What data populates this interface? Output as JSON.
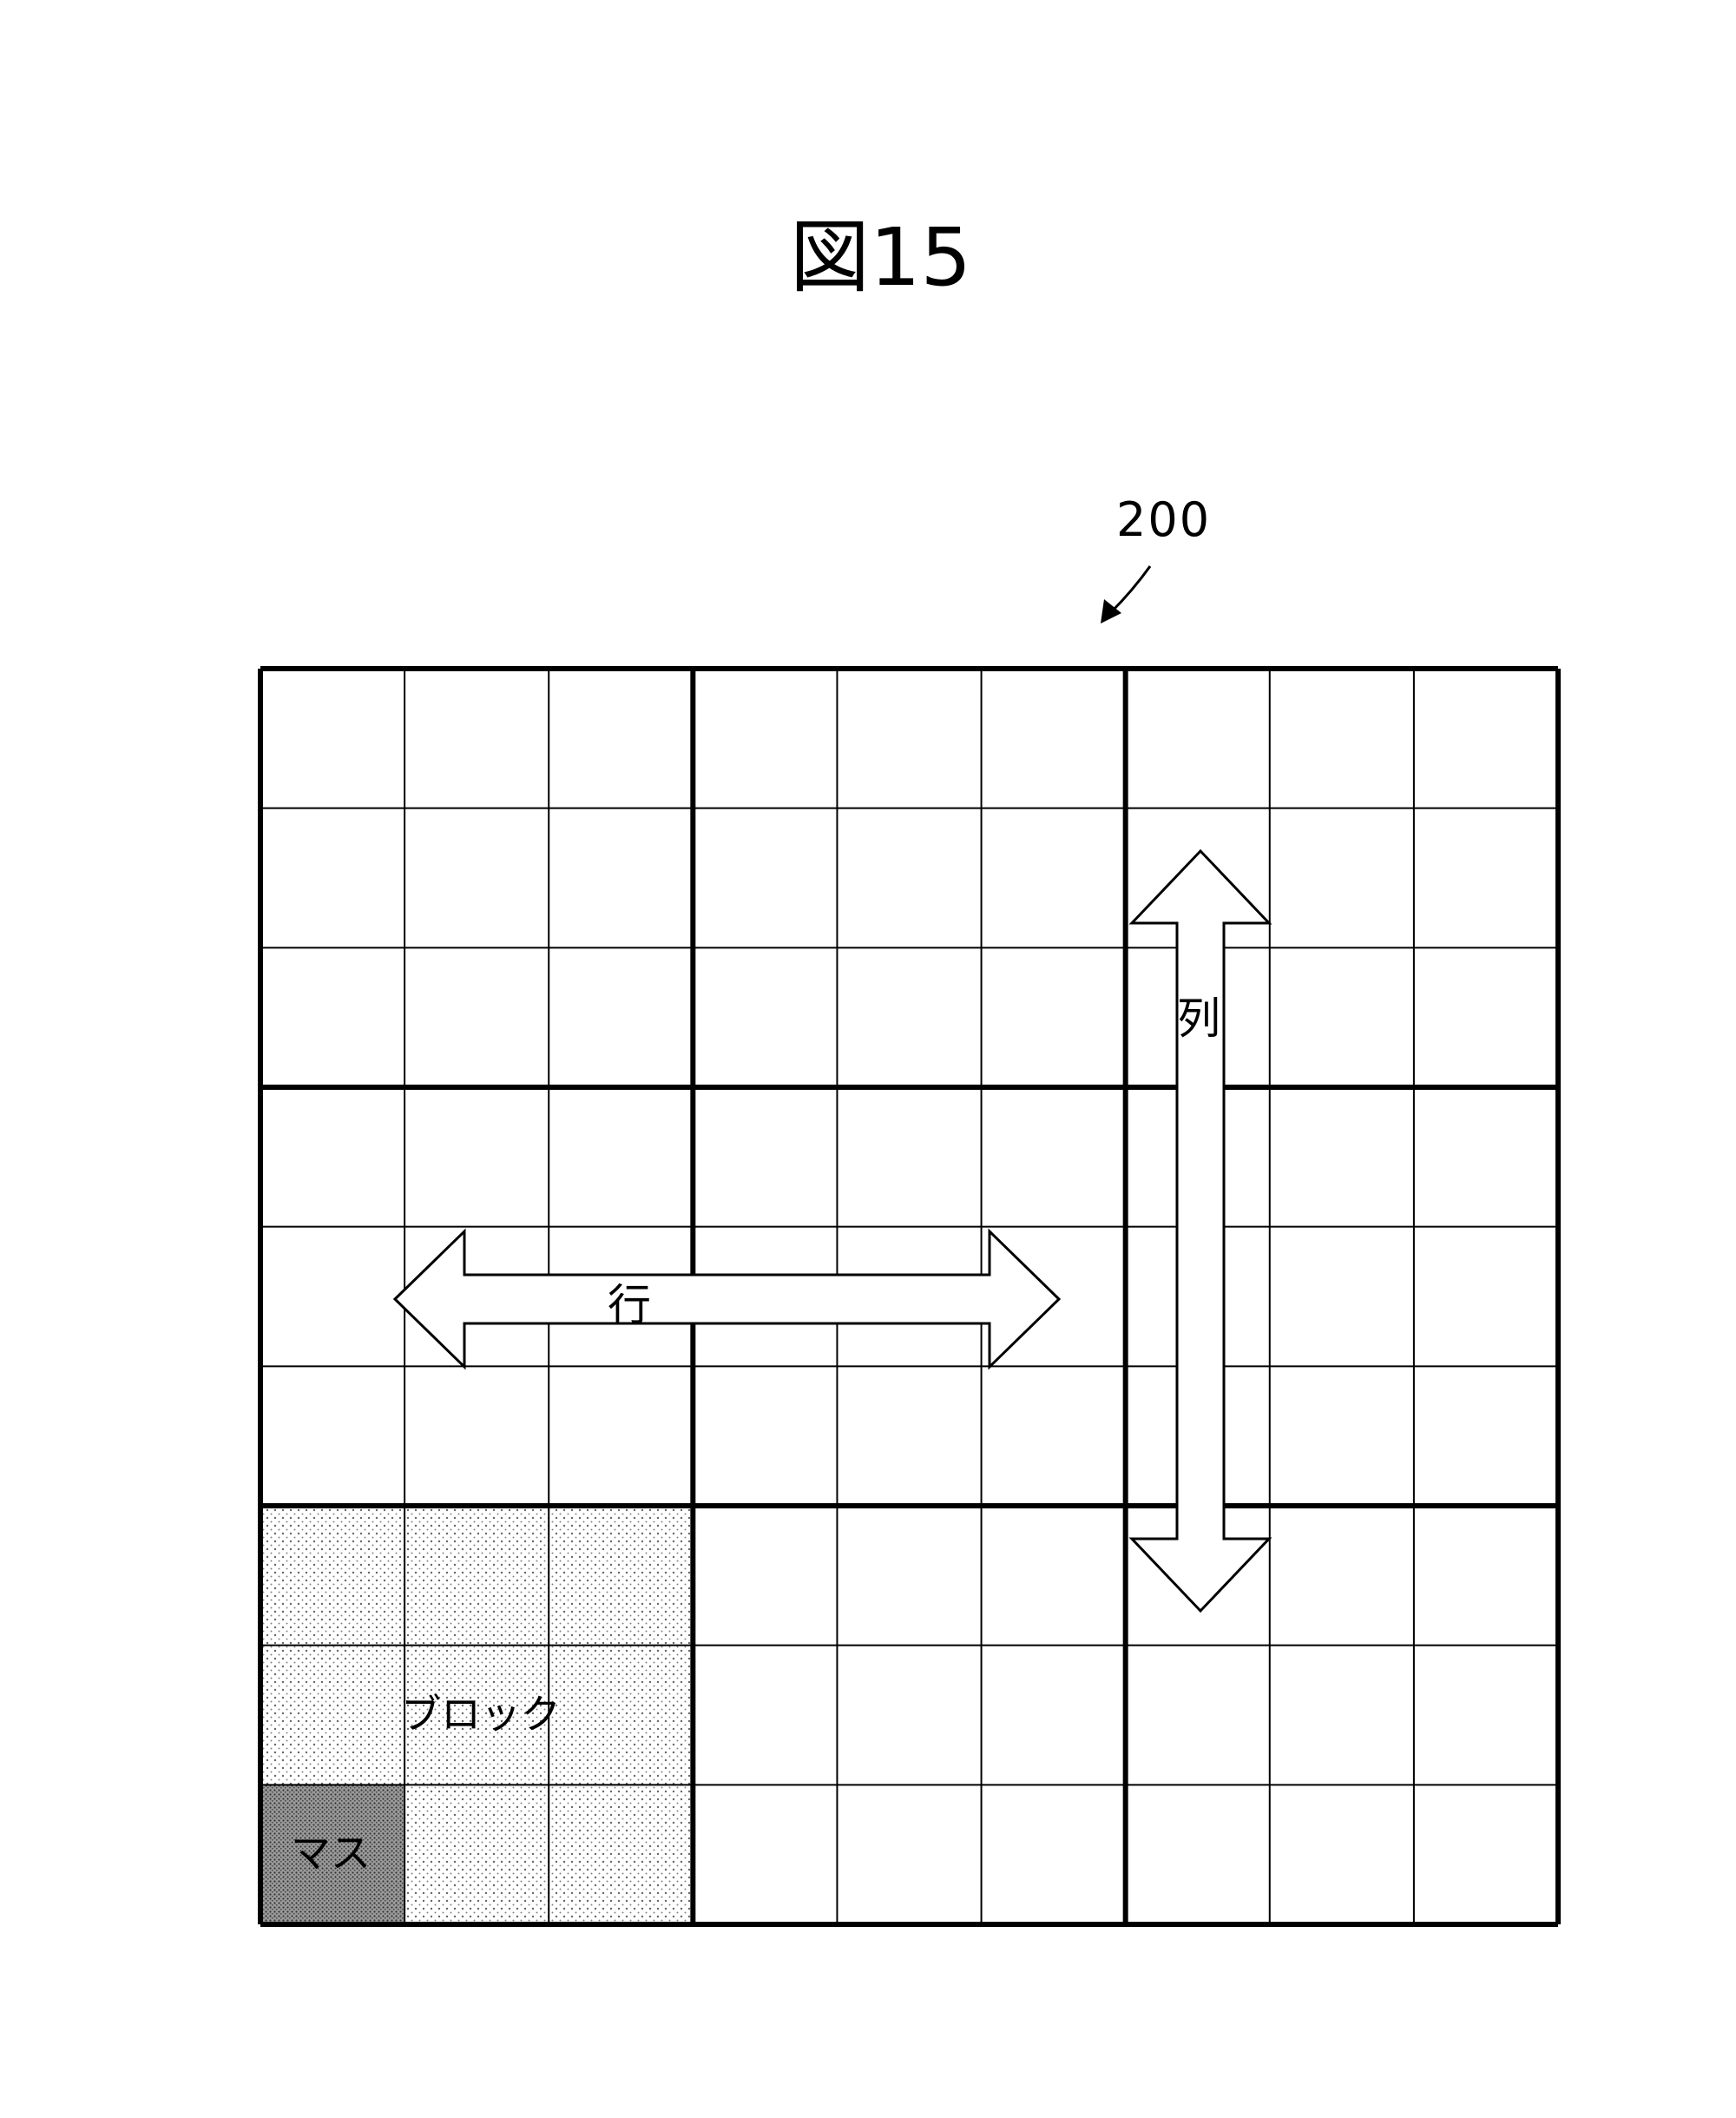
{
  "figure": {
    "title": "図15",
    "reference_numeral": "200"
  },
  "grid": {
    "rows": 9,
    "cols": 9,
    "block_size": 3
  },
  "labels": {
    "row": "行",
    "column": "列",
    "block": "ブロック",
    "cell": "マス"
  },
  "highlights": {
    "block_fill": "#e6e6e6",
    "cell_fill": "#9a9a9a"
  }
}
